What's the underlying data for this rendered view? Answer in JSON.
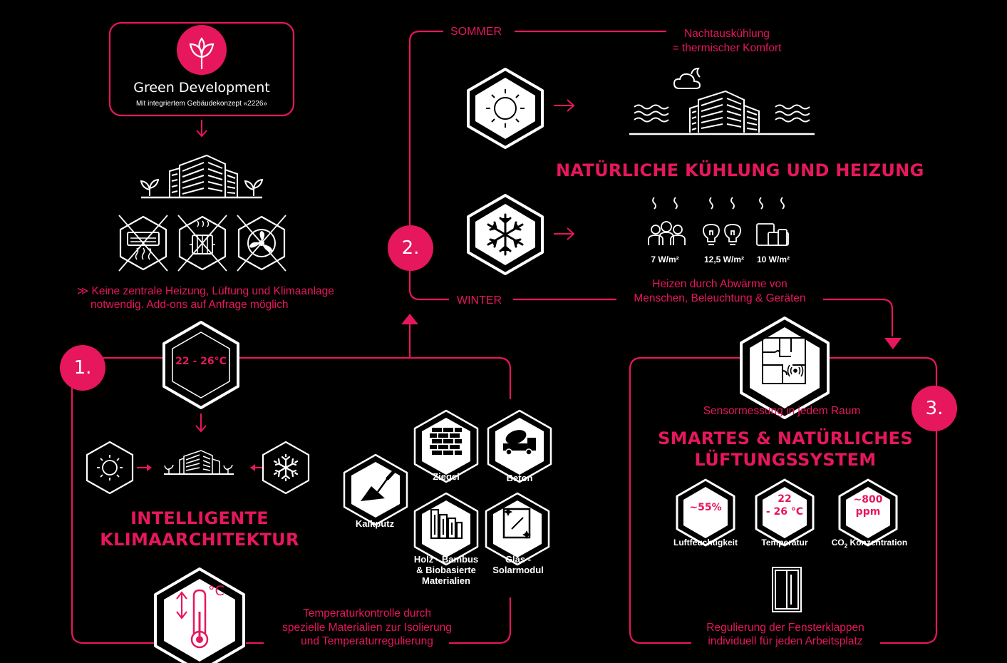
{
  "top": {
    "title": "Green Development",
    "subtitle": "Mit integriertem Gebäudekonzept «2226»"
  },
  "note_hvac": {
    "line1": "≫ Keine zentrale Heizung, Lüftung und Klimaanlage",
    "line2": "notwendig. Add-ons auf Anfrage möglich"
  },
  "steps": {
    "one": "1.",
    "two": "2.",
    "three": "3."
  },
  "section1": {
    "temp_range": "22 - 26°C",
    "title_line1": "INTELLIGENTE",
    "title_line2": "KLIMAARCHITEKTUR",
    "thermo_unit": "°C",
    "desc_line1": "Temperaturkontrolle durch",
    "desc_line2": "spezielle Materialien zur Isolierung",
    "desc_line3": "und Temperaturregulierung",
    "materials": {
      "kalkputz": "Kalkputz",
      "ziegel": "Ziegel",
      "beton": "Beton",
      "holz_line1": "Holz - Bambus",
      "holz_line2": "& Biobasierte",
      "holz_line3": "Materialien",
      "glas_line1": "Glas -",
      "glas_line2": "Solarmodul"
    }
  },
  "section2": {
    "sommer": "SOMMER",
    "winter": "WINTER",
    "cool_line1": "Nachtauskühlung",
    "cool_line2": "= thermischer Komfort",
    "title": "NATÜRLICHE KÜHLUNG UND HEIZUNG",
    "heat_people": "7 W/m²",
    "heat_light": "12,5 W/m²",
    "heat_devices": "10 W/m²",
    "heat_line1": "Heizen durch Abwärme von",
    "heat_line2": "Menschen, Beleuchtung & Geräten"
  },
  "section3": {
    "sensor": "Sensormessung in jedem Raum",
    "title_line1": "SMARTES & NATÜRLICHES",
    "title_line2": "LÜFTUNGSSYSTEM",
    "humidity_value": "~55%",
    "humidity_label": "Luftfeuchtigkeit",
    "temp_value_line1": "22",
    "temp_value_line2": "- 26 °C",
    "temp_label": "Temperatur",
    "co2_value_line1": "~800",
    "co2_value_line2": "ppm",
    "co2_label_a": "CO",
    "co2_label_sub": "2",
    "co2_label_b": " Konzentration",
    "window_line1": "Regulierung der Fensterklappen",
    "window_line2": "individuell für jeden Arbeitsplatz"
  },
  "colors": {
    "accent": "#e6175c",
    "background": "#000000",
    "foreground": "#ffffff"
  },
  "icons": [
    "leaf-icon",
    "building-icon",
    "plant-icon",
    "ac-icon",
    "radiator-icon",
    "fan-icon",
    "sun-icon",
    "snowflake-icon",
    "thermometer-icon",
    "trowel-icon",
    "brick-icon",
    "concrete-mixer-icon",
    "wood-icon",
    "glass-icon",
    "cloud-moon-icon",
    "wave-icon",
    "heat-icon",
    "people-icon",
    "bulb-icon",
    "devices-icon",
    "floorplan-icon",
    "sensor-icon",
    "window-icon",
    "arrow-right-icon",
    "arrow-down-icon",
    "arrow-up-icon"
  ]
}
